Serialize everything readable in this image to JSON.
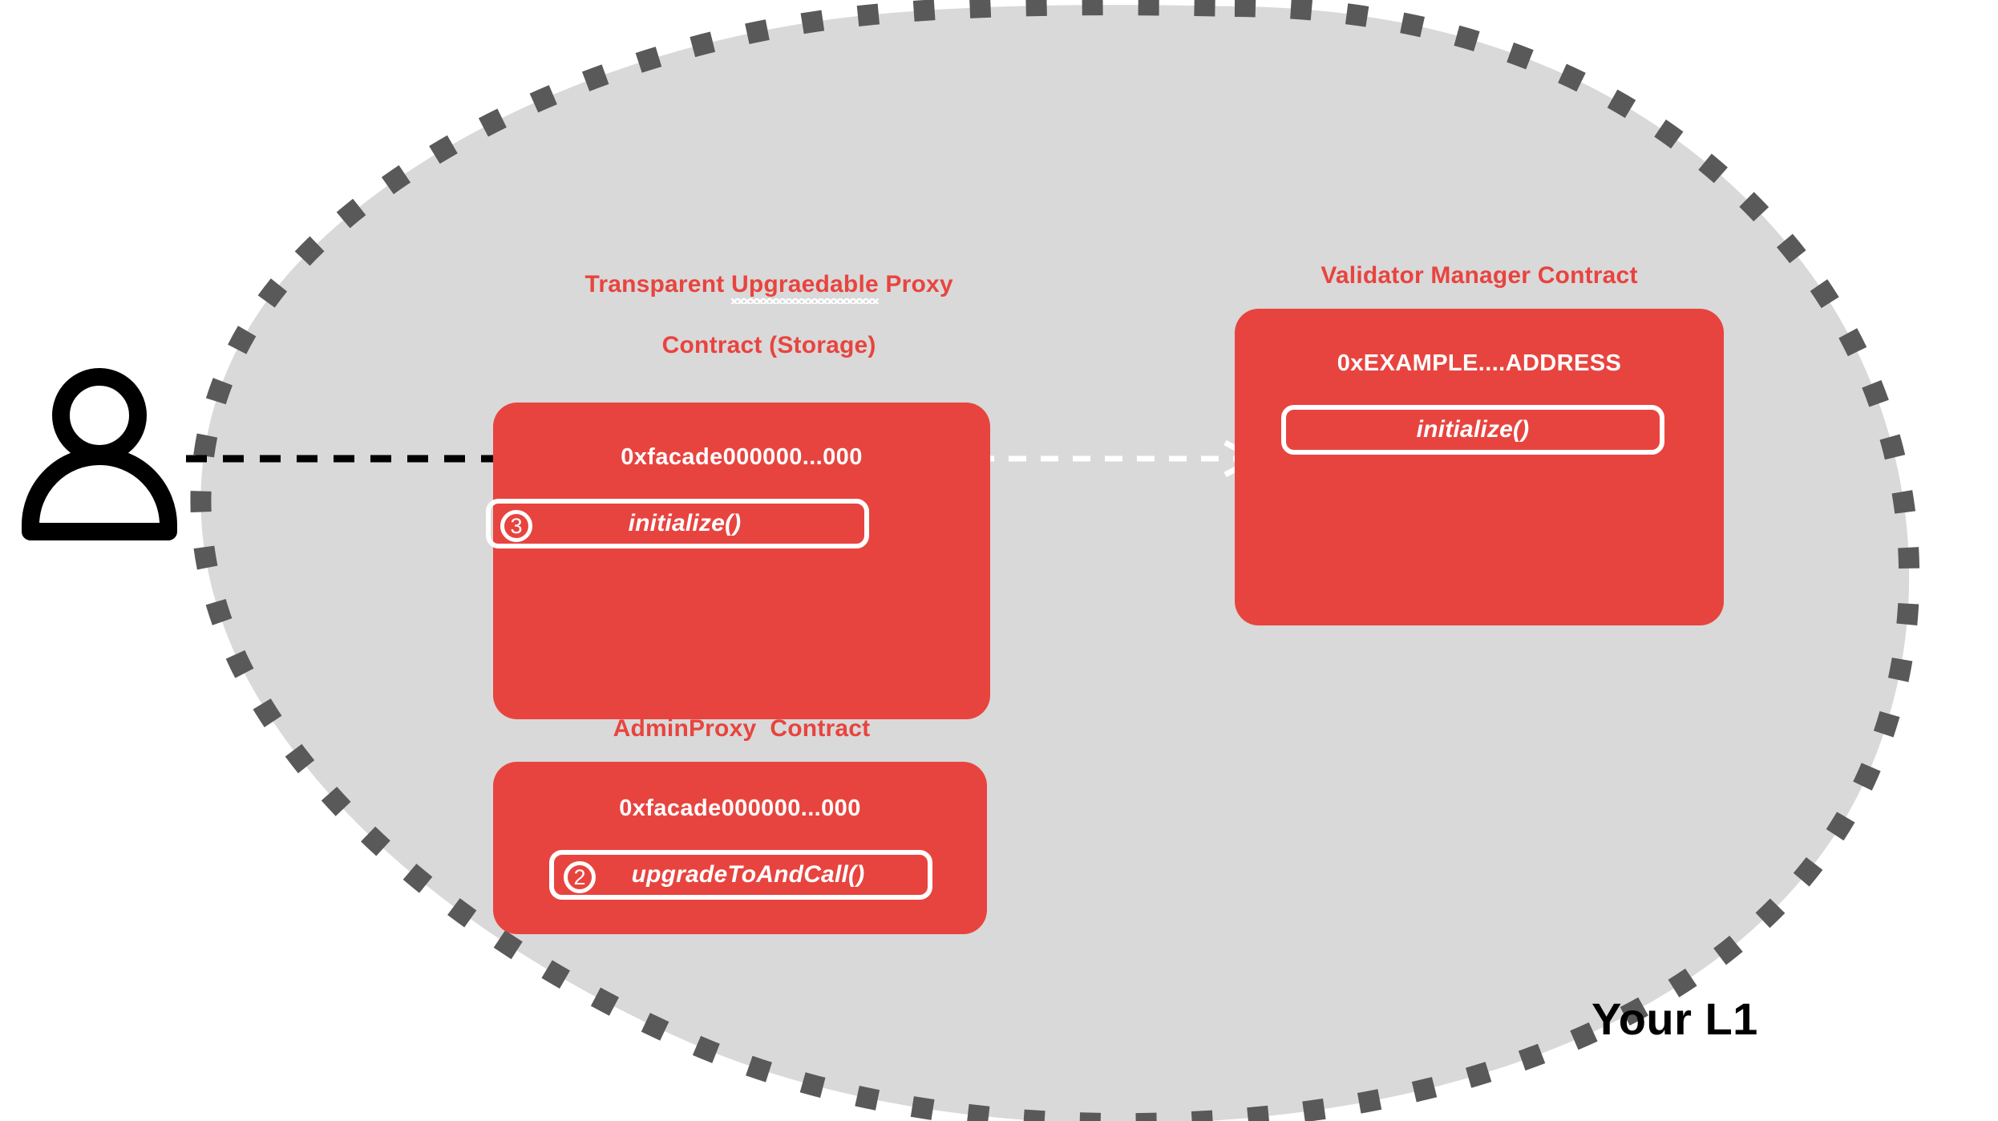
{
  "diagram": {
    "environment_label": "Your L1",
    "actor": {
      "icon": "person-icon"
    },
    "boundary": {
      "style": "dotted",
      "fill_color": "#D9D9D9",
      "dash_color": "#595959"
    },
    "colors": {
      "contract_red": "#E8443F",
      "blob_gray": "#D9D9D9",
      "dash_gray": "#595959",
      "text_white": "#FFFFFF",
      "text_black": "#000000"
    },
    "contracts": [
      {
        "id": "transparent-upgradeable-proxy",
        "title_line1_pre": "Transparent ",
        "title_line1_misspelled": "Upgraedable",
        "title_line1_post": " Proxy",
        "title_line2": "Contract (Storage)",
        "title_full": "Transparent Upgraedable Proxy Contract (Storage)",
        "address": "0xfacade000000...000",
        "methods": [
          {
            "step": "3",
            "name": "initialize()"
          }
        ]
      },
      {
        "id": "validator-manager",
        "title_full": "Validator Manager Contract",
        "address": "0xEXAMPLE....ADDRESS",
        "methods": [
          {
            "step": "",
            "name": "initialize()"
          }
        ]
      },
      {
        "id": "admin-proxy",
        "title_full": "AdminProxy  Contract",
        "address": "0xfacade000000...000",
        "methods": [
          {
            "step": "2",
            "name": "upgradeToAndCall()"
          }
        ]
      }
    ],
    "connections": [
      {
        "id": "user-to-proxy",
        "from": "actor",
        "to": "transparent-upgradeable-proxy",
        "style": "dashed",
        "color": "#000000",
        "arrowhead": "solid"
      },
      {
        "id": "proxy-to-validator-manager",
        "from": "transparent-upgradeable-proxy",
        "to": "validator-manager",
        "style": "dashed",
        "color": "#FFFFFF",
        "arrowhead": "open"
      }
    ]
  }
}
